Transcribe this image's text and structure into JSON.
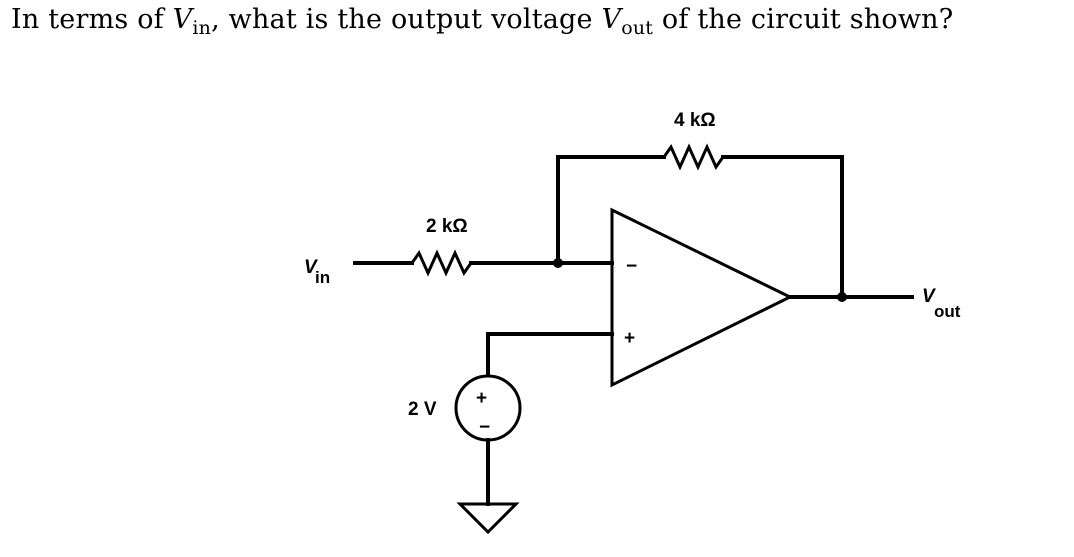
{
  "question": {
    "prefix": "In terms of ",
    "vin_symbol": "V",
    "vin_sub": "in",
    "middle": ", what is the output voltage ",
    "vout_symbol": "V",
    "vout_sub": "out",
    "suffix": " of the circuit shown?"
  },
  "circuit": {
    "input_label": {
      "symbol": "V",
      "sub": "in"
    },
    "output_label": {
      "symbol": "V",
      "sub": "out"
    },
    "input_resistor_label": "2 kΩ",
    "feedback_resistor_label": "4 kΩ",
    "source_label": "2 V",
    "opamp_inverting_sign": "−",
    "opamp_noninverting_sign": "+",
    "source_plus_sign": "+",
    "source_minus_sign": "−"
  }
}
